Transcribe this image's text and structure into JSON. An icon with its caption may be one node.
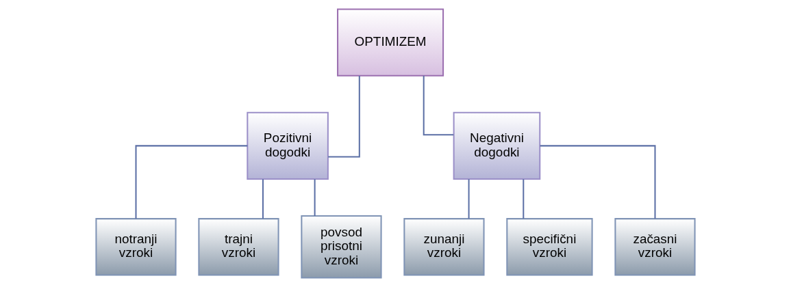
{
  "diagram": {
    "nodes": [
      {
        "text": [
          "OPTIMIZEM"
        ]
      },
      {
        "text": [
          "Pozitivni dogodki"
        ]
      },
      {
        "text": [
          "Negativni dogodki"
        ]
      },
      {
        "text": [
          "notranji vzroki"
        ]
      },
      {
        "text": [
          "trajni vzroki"
        ]
      },
      {
        "text": [
          "povsod prisotni vzroki"
        ]
      },
      {
        "text": [
          "zunanji vzroki"
        ]
      },
      {
        "text": [
          "specifični vzroki"
        ]
      },
      {
        "text": [
          "začasni vzroki"
        ]
      }
    ],
    "edges": [
      {
        "from": 0,
        "to": 1,
        "arrow": "none"
      },
      {
        "from": 0,
        "to": 2,
        "arrow": "none"
      },
      {
        "from": 1,
        "to": 3,
        "arrow": "none"
      },
      {
        "from": 1,
        "to": 4,
        "arrow": "none"
      },
      {
        "from": 1,
        "to": 5,
        "arrow": "none"
      },
      {
        "from": 2,
        "to": 6,
        "arrow": "none"
      },
      {
        "from": 2,
        "to": 7,
        "arrow": "none"
      },
      {
        "from": 2,
        "to": 8,
        "arrow": "none"
      }
    ]
  }
}
